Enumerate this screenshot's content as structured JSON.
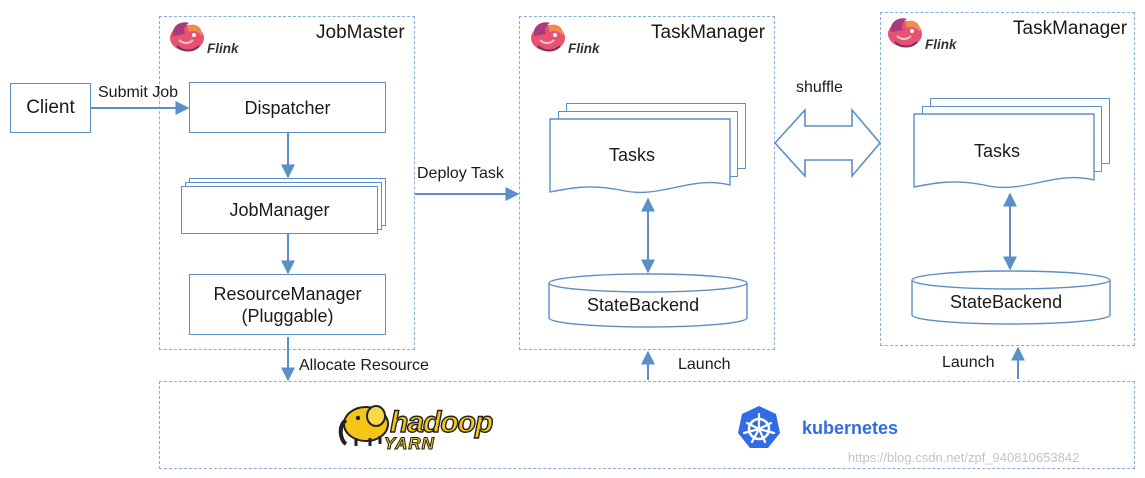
{
  "client_label": "Client",
  "edges": {
    "submit_job": "Submit Job",
    "deploy_task": "Deploy Task",
    "shuffle": "shuffle",
    "allocate_resource": "Allocate Resource",
    "launch_1": "Launch",
    "launch_2": "Launch"
  },
  "job_master": {
    "title": "JobMaster",
    "logo_text": "Flink",
    "dispatcher": "Dispatcher",
    "job_manager": "JobManager",
    "resource_manager_line1": "ResourceManager",
    "resource_manager_line2": "(Pluggable)"
  },
  "task_manager_1": {
    "title": "TaskManager",
    "logo_text": "Flink",
    "tasks": "Tasks",
    "state_backend": "StateBackend"
  },
  "task_manager_2": {
    "title": "TaskManager",
    "logo_text": "Flink",
    "tasks": "Tasks",
    "state_backend": "StateBackend"
  },
  "resource_layer": {
    "hadoop_logo_text": "hadoop",
    "yarn_logo_text": "YARN",
    "kubernetes_label": "kubernetes"
  },
  "watermark": "https://blog.csdn.net/zpf_940810653842",
  "colors": {
    "arrow": "#5b8fc7",
    "box_border": "#5b8fc7",
    "dashed_border": "#8aaed6",
    "kubernetes_blue": "#326ce5",
    "yarn_yellow": "#f5c518"
  }
}
